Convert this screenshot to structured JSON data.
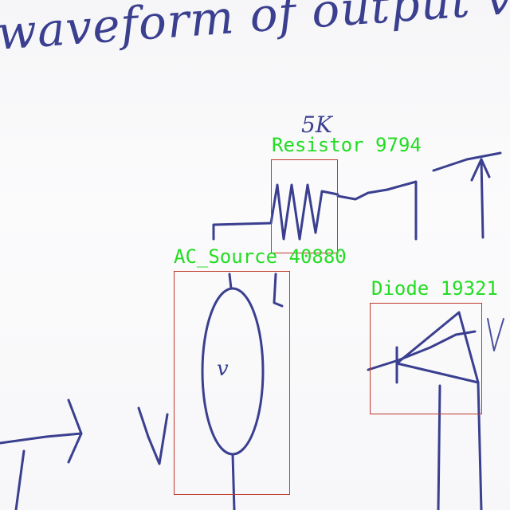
{
  "handwriting": {
    "title_note": "waveform of output volt",
    "resistor_value_note": "5K",
    "source_symbol_note": "v"
  },
  "detections": [
    {
      "id": "resistor",
      "label": "Resistor 9794",
      "color": "#22dd22",
      "box_color": "#c0392b"
    },
    {
      "id": "ac_source",
      "label": "AC_Source 40880",
      "color": "#22dd22",
      "box_color": "#c0392b"
    },
    {
      "id": "diode",
      "label": "Diode 19321",
      "color": "#22dd22",
      "box_color": "#c0392b"
    }
  ]
}
